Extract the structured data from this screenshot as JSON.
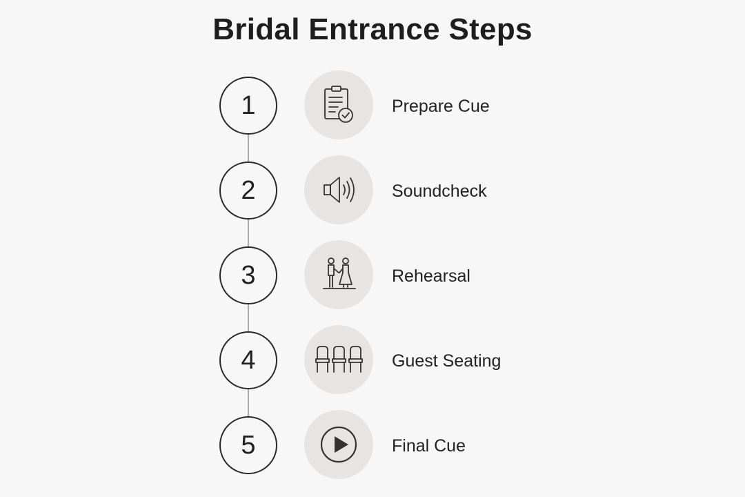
{
  "title": "Bridal Entrance Steps",
  "colors": {
    "background": "#f7f7f7",
    "icon_background": "#e6e5e3",
    "connector": "#a9a9a9",
    "text": "#1f1f1f"
  },
  "steps": [
    {
      "number": "1",
      "label": "Prepare Cue",
      "icon": "clipboard-check-icon"
    },
    {
      "number": "2",
      "label": "Soundcheck",
      "icon": "speaker-icon"
    },
    {
      "number": "3",
      "label": "Rehearsal",
      "icon": "couple-icon"
    },
    {
      "number": "4",
      "label": "Guest Seating",
      "icon": "chairs-icon"
    },
    {
      "number": "5",
      "label": "Final Cue",
      "icon": "play-icon"
    }
  ]
}
